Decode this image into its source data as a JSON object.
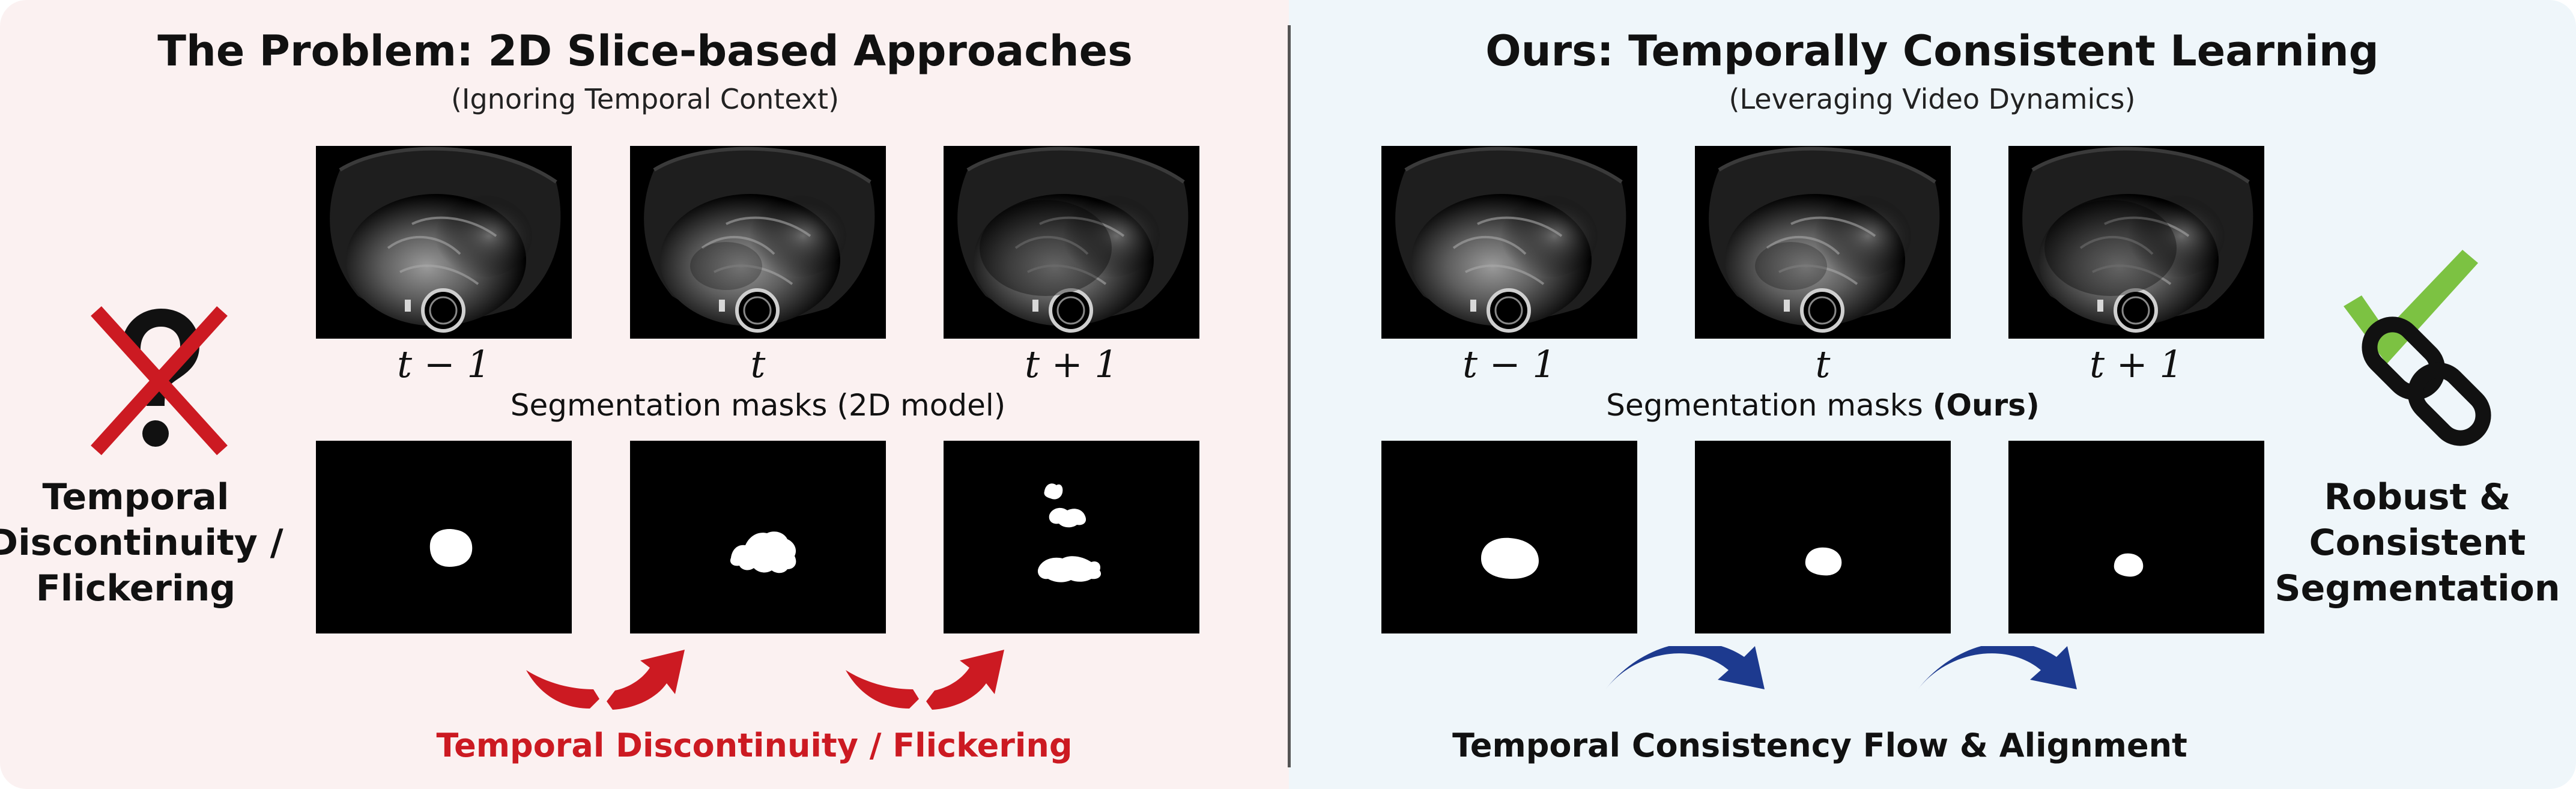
{
  "left": {
    "title": "The Problem: 2D Slice-based Approaches",
    "subtitle": "(Ignoring Temporal Context)",
    "time_labels": [
      "t − 1",
      "t",
      "t + 1"
    ],
    "mask_caption": "Segmentation masks (2D model)",
    "side_label": [
      "Temporal",
      "Discontinuity /",
      "Flickering"
    ],
    "bottom_label": "Temporal Discontinuity / Flickering",
    "side_icon": "crossed-question-mark-icon",
    "arrow_icon": "broken-curved-arrow-icon",
    "accent_color": "#cc1a22"
  },
  "right": {
    "title": "Ours: Temporally Consistent Learning",
    "subtitle": "(Leveraging Video Dynamics)",
    "time_labels": [
      "t − 1",
      "t",
      "t + 1"
    ],
    "mask_caption_prefix": "Segmentation masks ",
    "mask_caption_bold": "(Ours)",
    "side_label": [
      "Robust &",
      "Consistent",
      "Segmentation"
    ],
    "bottom_label": "Temporal Consistency Flow & Alignment",
    "side_icon": "checkmark-chain-link-icon",
    "arrow_icon": "smooth-curved-arrow-icon",
    "accent_color": "#1d3a8f",
    "check_color": "#7cc242"
  }
}
